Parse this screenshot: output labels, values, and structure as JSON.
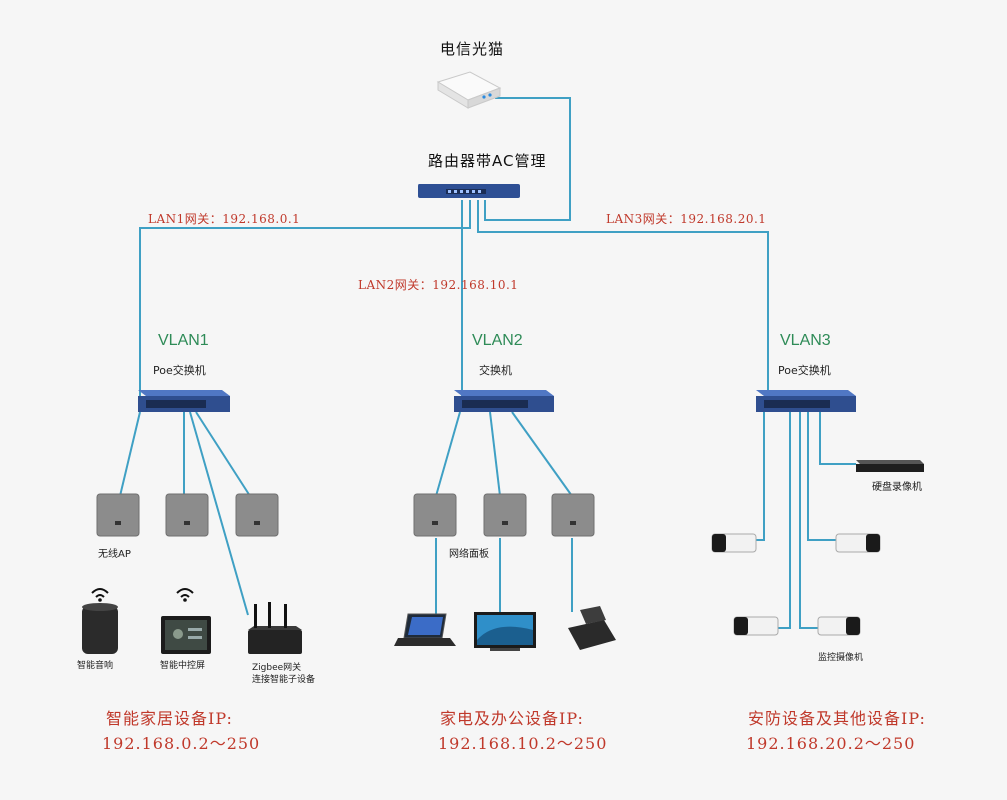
{
  "top": {
    "modem_label": "电信光猫",
    "router_label": "路由器带AC管理"
  },
  "gateways": {
    "lan1": "LAN1网关：192.168.0.1",
    "lan2": "LAN2网关：192.168.10.1",
    "lan3": "LAN3网关：192.168.20.1"
  },
  "vlans": [
    {
      "name": "VLAN1",
      "switch_label": "Poe交换机"
    },
    {
      "name": "VLAN2",
      "switch_label": "交换机"
    },
    {
      "name": "VLAN3",
      "switch_label": "Poe交换机"
    }
  ],
  "devices": {
    "wireless_ap": "无线AP",
    "network_panel": "网络面板",
    "nvr": "硬盘录像机",
    "smart_speaker": "智能音响",
    "smart_panel": "智能中控屏",
    "zigbee_line1": "Zigbee网关",
    "zigbee_line2": "连接智能子设备",
    "camera": "监控摄像机"
  },
  "ranges": [
    {
      "title": "智能家居设备IP:",
      "range": "192.168.0.2～250"
    },
    {
      "title": "家电及办公设备IP:",
      "range": "192.168.10.2～250"
    },
    {
      "title": "安防设备及其他设备IP:",
      "range": "192.168.20.2～250"
    }
  ],
  "colors": {
    "wire": "#3fa0c4",
    "gateway_text": "#c0392b",
    "vlan_text": "#2e8b57"
  }
}
